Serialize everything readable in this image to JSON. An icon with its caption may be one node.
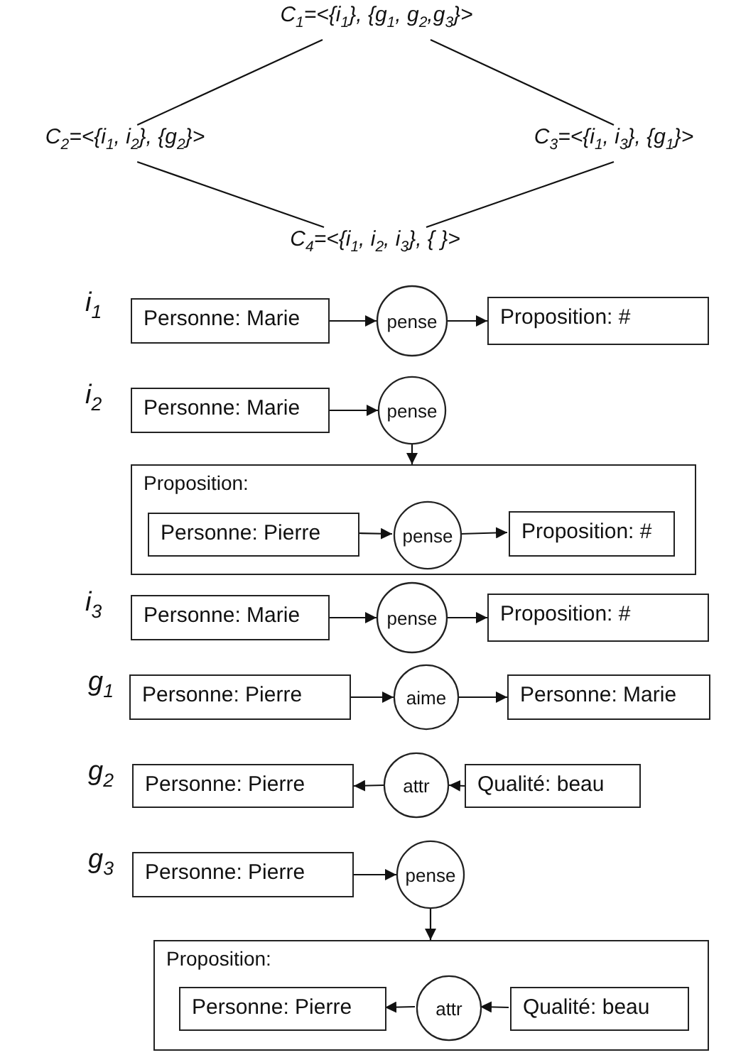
{
  "diagram": {
    "nodes": [
      {
        "text": [
          "C$_{1}$=<{i$_{1}$}, {g$_{1}$, g$_{2}$,g$_{3}$}>"
        ]
      },
      {
        "text": [
          "C$_{2}$=<{i$_{1}$, i$_{2}$}, {g$_{2}$}>"
        ]
      },
      {
        "text": [
          "C$_{3}$=<{i$_{1}$, i$_{3}$}, {g$_{1}$}>"
        ]
      },
      {
        "text": [
          "C$_{4}$=<{i$_{1}$, i$_{2}$, i$_{3}$}, { }>"
        ]
      },
      {
        "text": [
          "Personne: Marie"
        ]
      },
      {
        "text": [
          "pense"
        ]
      },
      {
        "text": [
          "Proposition: #"
        ]
      },
      {
        "text": [
          "Personne: Marie"
        ]
      },
      {
        "text": [
          "pense"
        ]
      },
      {
        "text": [
          "Proposition:"
        ]
      },
      {
        "text": [
          "Personne: Pierre"
        ],
        "in": 9
      },
      {
        "text": [
          "pense"
        ],
        "in": 9
      },
      {
        "text": [
          "Proposition: #"
        ],
        "in": 9
      },
      {
        "text": [
          "Personne: Marie"
        ]
      },
      {
        "text": [
          "pense"
        ]
      },
      {
        "text": [
          "Proposition: #"
        ]
      },
      {
        "text": [
          "Personne: Pierre"
        ]
      },
      {
        "text": [
          "aime"
        ]
      },
      {
        "text": [
          "Personne: Marie"
        ]
      },
      {
        "text": [
          "Personne: Pierre"
        ]
      },
      {
        "text": [
          "attr"
        ]
      },
      {
        "text": [
          "Qualité: beau"
        ]
      },
      {
        "text": [
          "Personne: Pierre"
        ]
      },
      {
        "text": [
          "pense"
        ]
      },
      {
        "text": [
          "Proposition:"
        ]
      },
      {
        "text": [
          "Personne: Pierre"
        ],
        "in": 24
      },
      {
        "text": [
          "attr"
        ],
        "in": 24
      },
      {
        "text": [
          "Qualité: beau"
        ],
        "in": 24
      }
    ],
    "edges": [
      {
        "from": 0,
        "to": 1,
        "arrow": "none"
      },
      {
        "from": 0,
        "to": 2,
        "arrow": "none"
      },
      {
        "from": 1,
        "to": 3,
        "arrow": "none"
      },
      {
        "from": 2,
        "to": 3,
        "arrow": "none"
      },
      {
        "from": 4,
        "to": 5,
        "arrow": "to"
      },
      {
        "from": 5,
        "to": 6,
        "arrow": "to"
      },
      {
        "from": 7,
        "to": 8,
        "arrow": "to"
      },
      {
        "from": 8,
        "to": 9,
        "arrow": "to"
      },
      {
        "from": 10,
        "to": 11,
        "arrow": "to"
      },
      {
        "from": 11,
        "to": 12,
        "arrow": "to"
      },
      {
        "from": 13,
        "to": 14,
        "arrow": "to"
      },
      {
        "from": 14,
        "to": 15,
        "arrow": "to"
      },
      {
        "from": 16,
        "to": 17,
        "arrow": "to"
      },
      {
        "from": 17,
        "to": 18,
        "arrow": "to"
      },
      {
        "from": 20,
        "to": 19,
        "arrow": "to"
      },
      {
        "from": 21,
        "to": 20,
        "arrow": "to"
      },
      {
        "from": 22,
        "to": 23,
        "arrow": "to"
      },
      {
        "from": 23,
        "to": 24,
        "arrow": "to"
      },
      {
        "from": 26,
        "to": 25,
        "arrow": "to"
      },
      {
        "from": 27,
        "to": 26,
        "arrow": "to"
      }
    ],
    "labels": [
      "i$_{1}$",
      "i$_{2}$",
      "i$_{3}$",
      "g$_{1}$",
      "g$_{2}$",
      "g$_{3}$"
    ]
  }
}
